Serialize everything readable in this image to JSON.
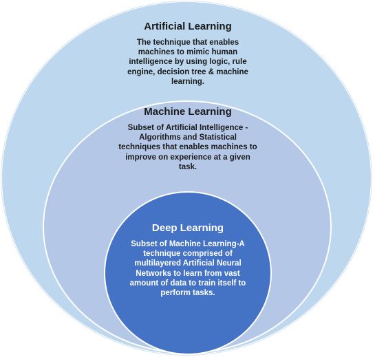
{
  "diagram": {
    "colors": {
      "outer": "#bdd7ee",
      "middle": "#b4c7e7",
      "inner": "#4472c4",
      "text_dark": "#1a1a1a",
      "text_light": "#ffffff"
    },
    "artificial_learning": {
      "title": "Artificial Learning",
      "description": "The technique that enables machines to mimic human intelligence by using logic, rule engine, decision tree & machine learning."
    },
    "machine_learning": {
      "title": "Machine Learning",
      "description": "Subset of Artificial Intelligence - Algorithms and Statistical techniques that enables machines to improve on experience at a given task."
    },
    "deep_learning": {
      "title": "Deep Learning",
      "description": "Subset of Machine Learning-A technique comprised of multilayered Artificial Neural Networks to learn from vast amount of data to train itself to perform tasks."
    }
  }
}
